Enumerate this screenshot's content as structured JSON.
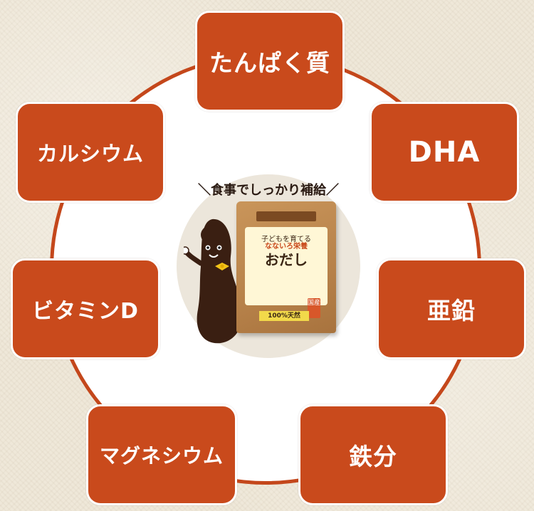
{
  "center": {
    "headline": "＼食事でしっかり補給／",
    "package": {
      "subtitle": "子どもを育てる",
      "title": "おだし",
      "brand": "なないろ栄養",
      "band": "100%天然",
      "tag": "国産"
    }
  },
  "nutrients": [
    {
      "id": "protein",
      "label": "たんぱく質"
    },
    {
      "id": "dha",
      "label": "DHA"
    },
    {
      "id": "zinc",
      "label": "亜鉛"
    },
    {
      "id": "iron",
      "label": "鉄分"
    },
    {
      "id": "magnesium",
      "label": "マグネシウム"
    },
    {
      "id": "vitamin-d",
      "label": "ビタミンD"
    },
    {
      "id": "calcium",
      "label": "カルシウム"
    }
  ],
  "colors": {
    "box": "#c94a1c",
    "ring": "#c4471b",
    "background": "#efe8d9"
  }
}
